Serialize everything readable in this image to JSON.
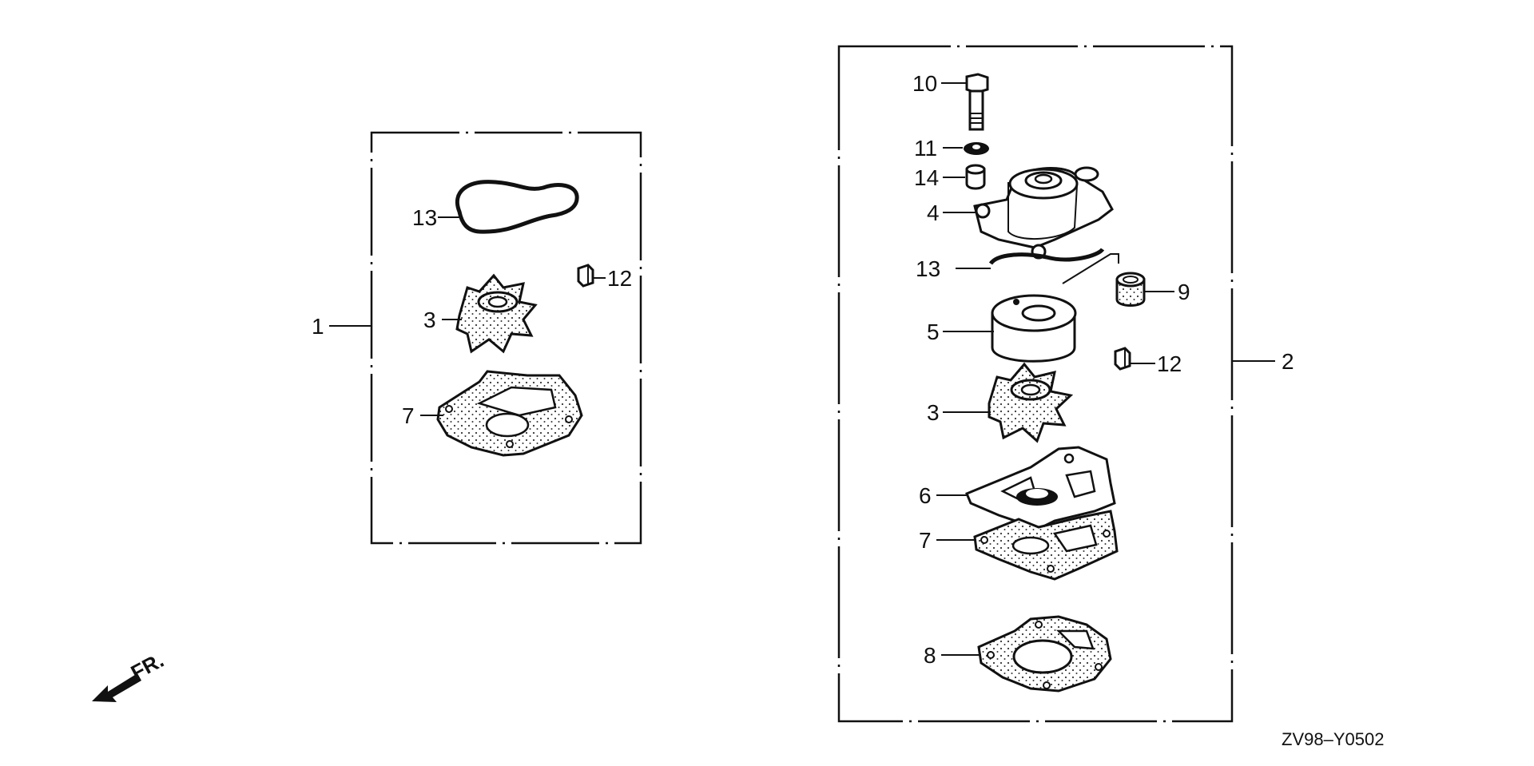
{
  "kit_left": {
    "callout": "1",
    "parts": [
      {
        "id": "gasket-top",
        "label": "13"
      },
      {
        "id": "key",
        "label": "12"
      },
      {
        "id": "impeller",
        "label": "3"
      },
      {
        "id": "gasket-bottom",
        "label": "7"
      }
    ]
  },
  "kit_right": {
    "callout": "2",
    "parts": [
      {
        "id": "bolt",
        "label": "10"
      },
      {
        "id": "washer",
        "label": "11"
      },
      {
        "id": "collar",
        "label": "14"
      },
      {
        "id": "pump-housing",
        "label": "4"
      },
      {
        "id": "housing-gasket",
        "label": "13"
      },
      {
        "id": "grommet",
        "label": "9"
      },
      {
        "id": "liner",
        "label": "5"
      },
      {
        "id": "key",
        "label": "12"
      },
      {
        "id": "impeller",
        "label": "3"
      },
      {
        "id": "plate",
        "label": "6"
      },
      {
        "id": "plate-gasket",
        "label": "7"
      },
      {
        "id": "base-gasket",
        "label": "8"
      }
    ]
  },
  "front_marker": "FR.",
  "diagram_code": "ZV98–Y0502"
}
